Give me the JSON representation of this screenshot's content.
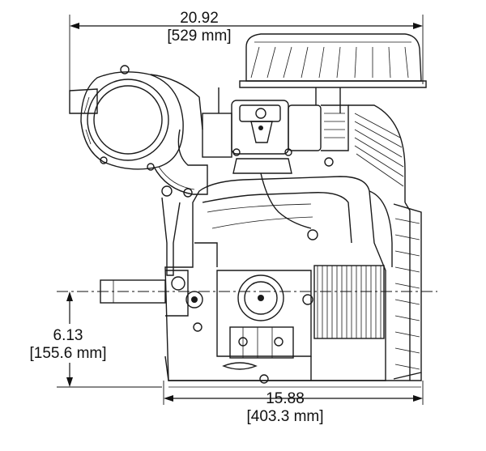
{
  "dimensions": {
    "overall_width": {
      "inches": "20.92",
      "mm": "[529 mm]"
    },
    "shaft_height": {
      "inches": "6.13",
      "mm": "[155.6 mm]"
    },
    "base_width": {
      "inches": "15.88",
      "mm": "[403.3 mm]"
    }
  },
  "colors": {
    "line": "#1a1a1a",
    "background": "#ffffff"
  }
}
